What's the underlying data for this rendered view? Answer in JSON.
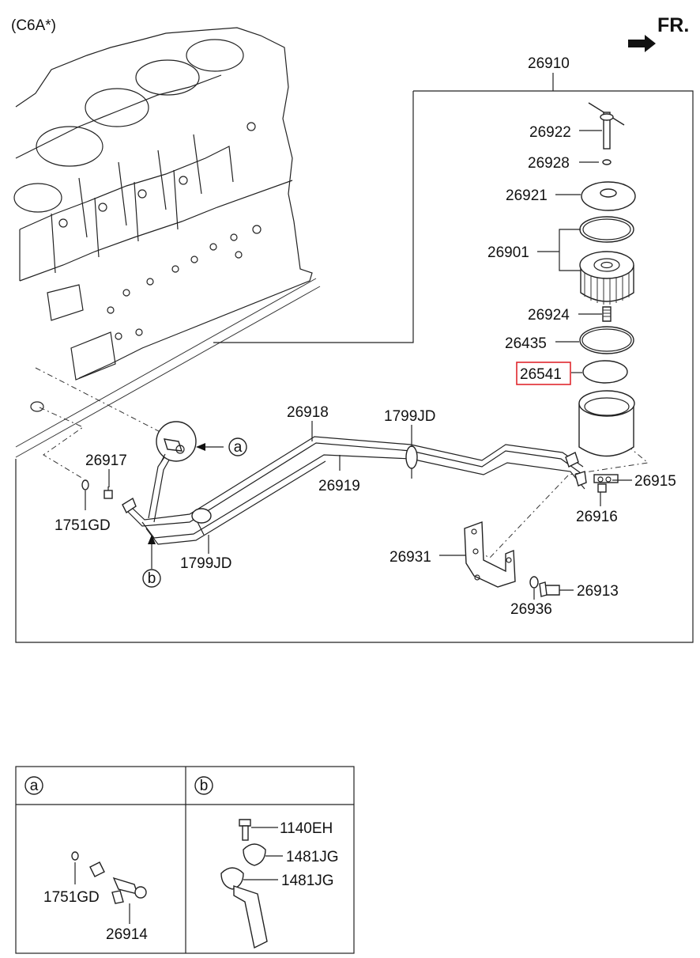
{
  "header": {
    "model_code": "(C6A*)",
    "front_marker": "FR."
  },
  "assembly_label": "26910",
  "highlight_color": "#e0282e",
  "callouts": {
    "a": "a",
    "b": "b"
  },
  "parts": {
    "p26922": "26922",
    "p26928": "26928",
    "p26921": "26921",
    "p26901": "26901",
    "p26924": "26924",
    "p26435": "26435",
    "p26541": "26541",
    "p26918": "26918",
    "p1799jd_top": "1799JD",
    "p26917": "26917",
    "p26919": "26919",
    "p26915": "26915",
    "p1751gd": "1751GD",
    "p26916": "26916",
    "p26931": "26931",
    "p1799jd_bottom": "1799JD",
    "p26913": "26913",
    "p26936": "26936"
  },
  "detail_table": {
    "col_a": "a",
    "col_b": "b",
    "a_parts": {
      "p1751gd": "1751GD",
      "p26914": "26914"
    },
    "b_parts": {
      "p1140eh": "1140EH",
      "p1481jg_1": "1481JG",
      "p1481jg_2": "1481JG"
    }
  }
}
